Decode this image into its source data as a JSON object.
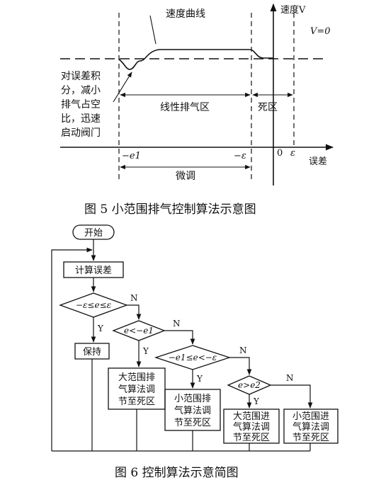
{
  "figure5": {
    "caption": "图 5  小范围排气控制算法示意图",
    "speed_curve_label": "速度曲线",
    "y_axis_label": "速度V",
    "v0_label": "V=0",
    "note_lines": [
      "对误差积",
      "分，减小",
      "排气占空",
      "比，迅速",
      "启动阀门"
    ],
    "linear_zone_label": "线性排气区",
    "dead_zone_label": "死区",
    "tick_neg_e1": "−e1",
    "tick_neg_eps": "−ε",
    "tick_zero": "0",
    "tick_eps": "ε",
    "x_axis_label": "误差",
    "fine_tune_label": "微调"
  },
  "figure6": {
    "caption": "图 6  控制算法示意简图",
    "start": "开始",
    "compute_error": "计算误差",
    "cond1": "−ε≤e≤ε",
    "cond2": "e<−e1",
    "cond3": "−e1≤e<−ε",
    "cond4": "e>e2",
    "hold": "保持",
    "box_large_exhaust": [
      "大范围排",
      "气算法调",
      "节至死区"
    ],
    "box_small_exhaust": [
      "小范围排",
      "气算法调",
      "节至死区"
    ],
    "box_large_intake": [
      "大范围进",
      "气算法调",
      "节至死区"
    ],
    "box_small_intake": [
      "小范围进",
      "气算法调",
      "节至死区"
    ],
    "yes": "Y",
    "no": "N"
  }
}
